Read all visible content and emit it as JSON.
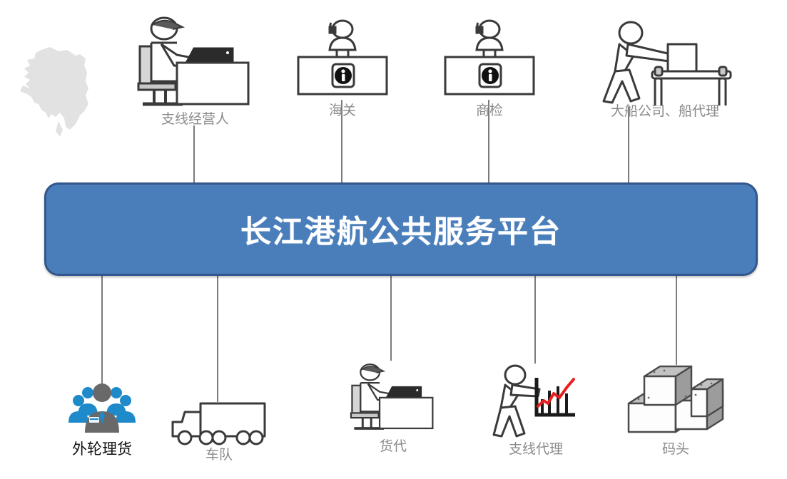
{
  "diagram": {
    "title": "长江港航公共服务平台",
    "background_color": "#ffffff",
    "platform": {
      "label": "长江港航公共服务平台",
      "fill_color": "#4a7ebb",
      "border_color": "#32578c",
      "text_color": "#ffffff"
    },
    "connector_color": "#7b7b7b",
    "label_color": "#8a8a8a",
    "accent_color": "#1f8ac9",
    "chart_line_color": "#e81f1f",
    "watermark": {
      "name": "region-map-watermark",
      "color": "#e2e2e2"
    },
    "top_nodes": [
      {
        "id": "feeder-operator",
        "label": "支线经营人",
        "icon": "person-at-desk-icon"
      },
      {
        "id": "customs",
        "label": "海关",
        "icon": "info-counter-icon"
      },
      {
        "id": "inspection",
        "label": "商检",
        "icon": "info-counter-icon"
      },
      {
        "id": "shipping-company",
        "label": "大船公司、船代理",
        "icon": "person-pushing-cargo-icon"
      }
    ],
    "bottom_nodes": [
      {
        "id": "tally",
        "label": "外轮理货",
        "icon": "people-group-icon"
      },
      {
        "id": "truck-fleet",
        "label": "车队",
        "icon": "truck-icon"
      },
      {
        "id": "freight-agent",
        "label": "货代",
        "icon": "person-at-desk-icon"
      },
      {
        "id": "feeder-agent",
        "label": "支线代理",
        "icon": "person-with-chart-icon"
      },
      {
        "id": "wharf",
        "label": "码头",
        "icon": "stacked-boxes-icon"
      }
    ]
  }
}
